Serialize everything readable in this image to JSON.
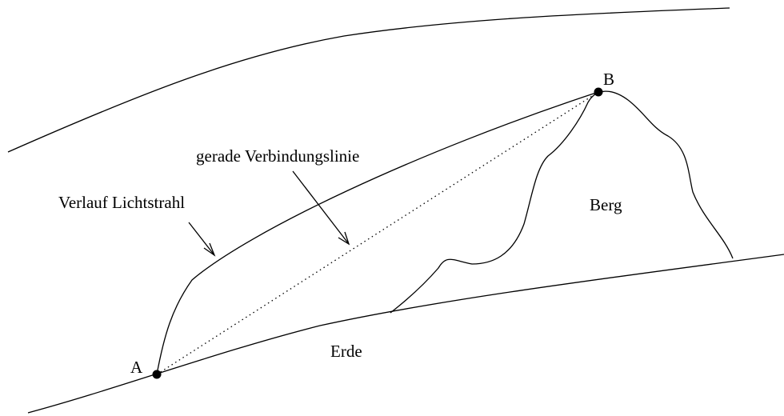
{
  "labels": {
    "point_a": "A",
    "point_b": "B",
    "mountain": "Berg",
    "earth": "Erde",
    "light_path": "Verlauf Lichtstrahl",
    "straight_line": "gerade Verbindungslinie"
  }
}
